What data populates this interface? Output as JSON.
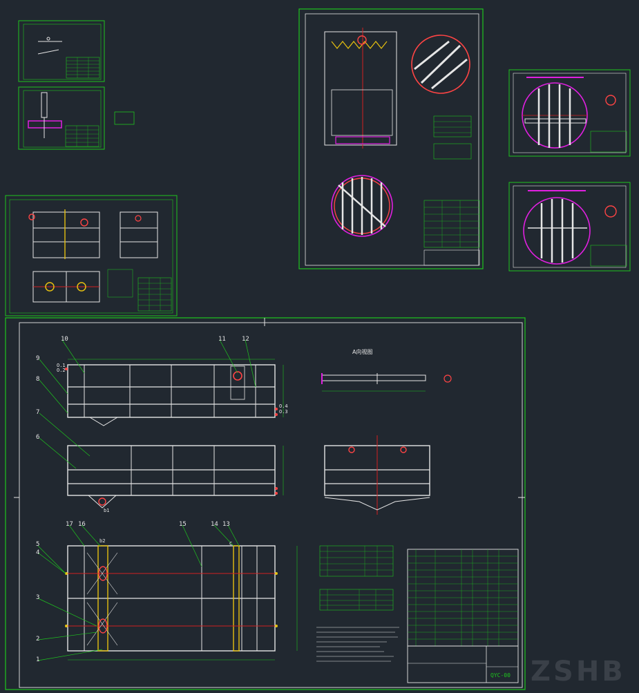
{
  "colors": {
    "background": "#212830",
    "frame": "#1ec51e",
    "geometry": "#e6e6e6",
    "dimension": "#1ec51e",
    "centerline": "#d42020",
    "accent": "#e020e0",
    "axis": "#e6c010",
    "nozzle": "#ff4444"
  },
  "main_sheet": {
    "labels_left": [
      "10",
      "9",
      "8",
      "7",
      "6"
    ],
    "labels_top_right": [
      "11",
      "12"
    ],
    "label_plan_top": [
      "17",
      "16",
      "15",
      "14",
      "13"
    ],
    "label_plan_left": [
      "5",
      "4",
      "3",
      "2",
      "1"
    ],
    "nozzle_tags": [
      "O.1",
      "O.2",
      "O.3",
      "O.4",
      "b1",
      "b2",
      "C"
    ],
    "section_title": "A向视图",
    "drawing_no": "QYC-00"
  },
  "watermark": "ZSHB"
}
